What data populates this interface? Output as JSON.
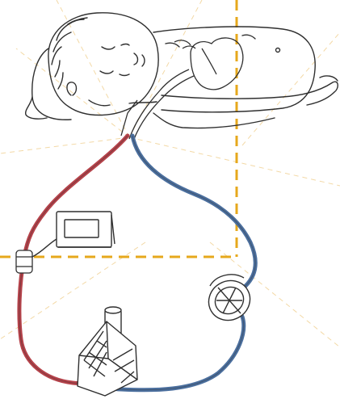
{
  "colors": {
    "background": "#ffffff",
    "line_art": "#2f2f2f",
    "arterial_tube": "#b5424a",
    "venous_tube": "#4b6f9e",
    "highlight_box": "#e6a81c",
    "ray_lines": "#f3d9a6"
  },
  "figure": {
    "parts": [
      "infant",
      "infant-heart",
      "cannulas",
      "arterial-line",
      "venous-line",
      "pressure-monitor",
      "pump-head",
      "oxygenator",
      "highlight-box"
    ]
  }
}
